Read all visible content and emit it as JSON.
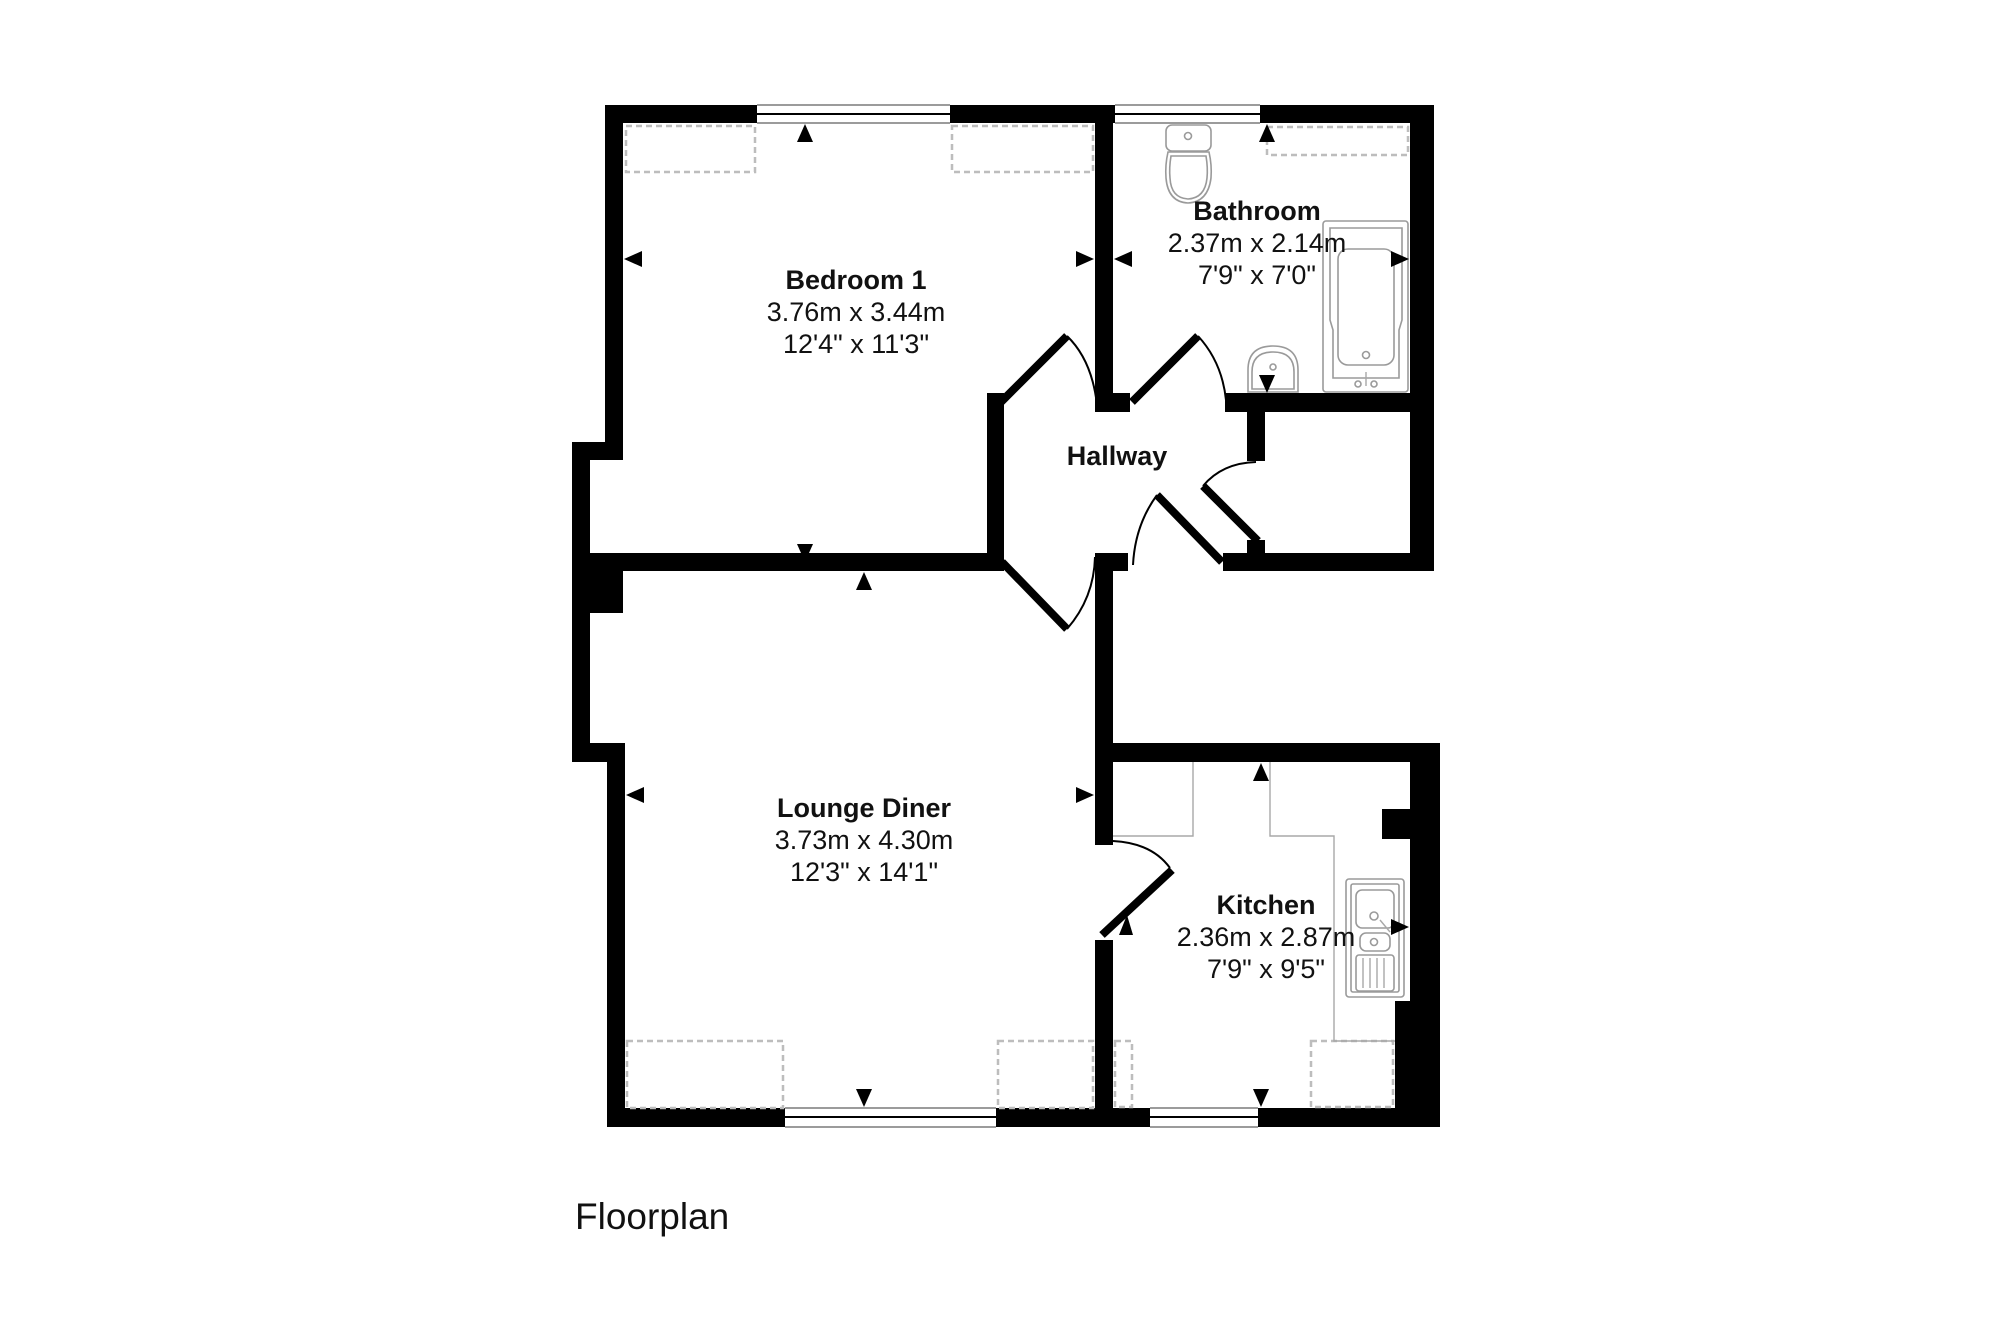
{
  "caption": "Floorplan",
  "rooms": {
    "bedroom1": {
      "name": "Bedroom 1",
      "metric": "3.76m x 3.44m",
      "imperial": "12'4\" x 11'3\""
    },
    "bathroom": {
      "name": "Bathroom",
      "metric": "2.37m x 2.14m",
      "imperial": "7'9\" x 7'0\""
    },
    "hallway": {
      "name": "Hallway"
    },
    "lounge": {
      "name": "Lounge Diner",
      "metric": "3.73m x 4.30m",
      "imperial": "12'3\" x 14'1\""
    },
    "kitchen": {
      "name": "Kitchen",
      "metric": "2.36m x 2.87m",
      "imperial": "7'9\" x 9'5\""
    }
  },
  "colors": {
    "wall": "#000000",
    "background": "#ffffff",
    "fixture": "#9a9a9a",
    "dashed": "#bdbdbd"
  },
  "icons": [
    "window-icon",
    "door-swing-icon",
    "toilet-icon",
    "bath-icon",
    "basin-icon",
    "sink-icon",
    "measure-arrow-icon"
  ]
}
